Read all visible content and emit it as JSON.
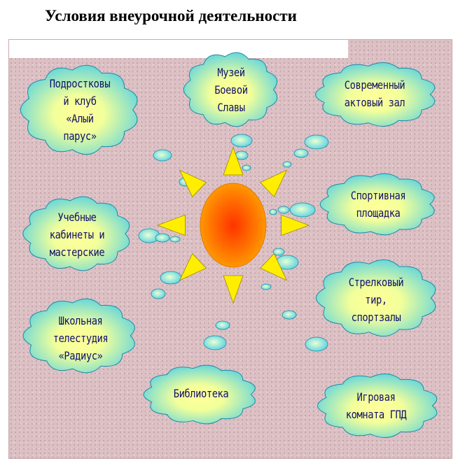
{
  "title": "Условия внеурочной деятельности",
  "colors": {
    "cloud_inner": "#ffff99",
    "cloud_outer": "#4ecfe6",
    "cloud_outline": "#1c8aa6",
    "text": "#10106a",
    "sun_core": "#ff3300",
    "sun_edge": "#ffa200",
    "sun_rays": "#ffee00",
    "background": "#dcc0c4"
  },
  "clouds": [
    {
      "id": "teen-club",
      "label": "Подростковы\nй клуб\n«Алый\nпарус»"
    },
    {
      "id": "museum",
      "label": "Музей\nБоевой\nСлавы"
    },
    {
      "id": "assembly-hall",
      "label": "Современный\nактовый зал"
    },
    {
      "id": "classrooms",
      "label": "Учебные\nкабинеты и\nмастерские"
    },
    {
      "id": "sports-ground",
      "label": "Спортивная\nплощадка"
    },
    {
      "id": "shooting-range",
      "label": "Стрелковый\nтир,\nспортзалы"
    },
    {
      "id": "tv-studio",
      "label": "Школьная\nтелестудия\n«Радиус»"
    },
    {
      "id": "library",
      "label": "Библиотека"
    },
    {
      "id": "game-room",
      "label": "Игровая\nкомната ГПД"
    }
  ]
}
